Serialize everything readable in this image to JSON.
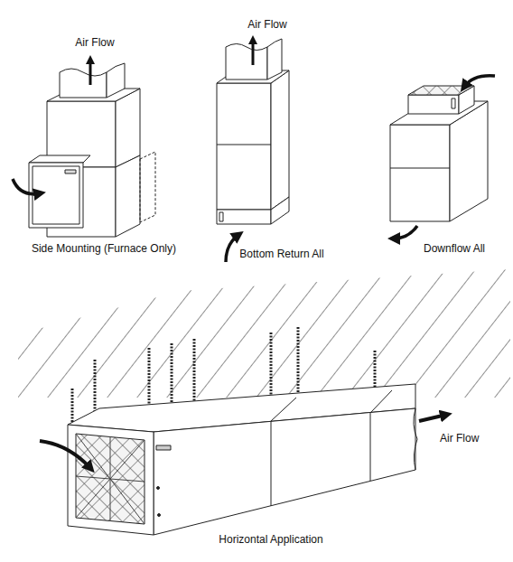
{
  "diagram": {
    "labels": [
      "Air Flow",
      "Air Flow",
      "Side Mounting (Furnace Only)",
      "Bottom Return All",
      "Downflow All",
      "Air Flow",
      "Horizontal Application"
    ]
  }
}
